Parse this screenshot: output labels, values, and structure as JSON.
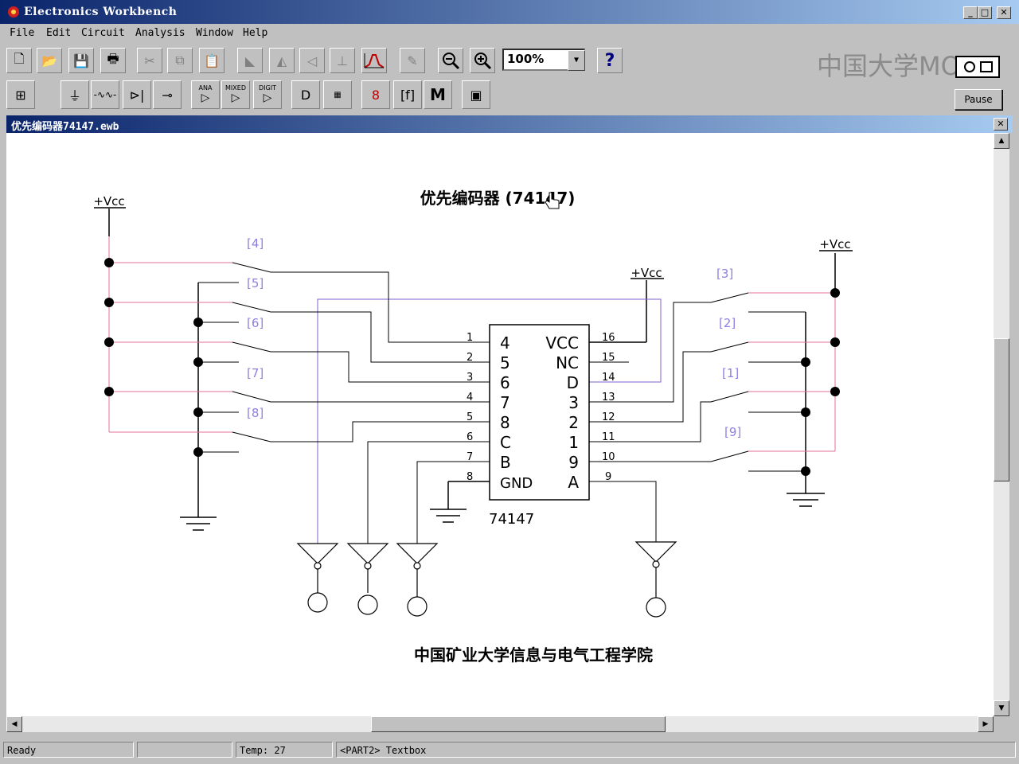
{
  "app": {
    "title": "Electronics Workbench"
  },
  "menu": [
    "File",
    "Edit",
    "Circuit",
    "Analysis",
    "Window",
    "Help"
  ],
  "toolbar": {
    "zoom_value": "100%",
    "help_label": "?",
    "pause_label": "Pause",
    "parts_bins": {
      "analog": "ANA",
      "mixed": "MIXED",
      "digital": "DIGIT",
      "misc": "M"
    }
  },
  "watermark": "中国大学MOOC",
  "document": {
    "title": "优先编码器74147.ewb"
  },
  "schematic": {
    "title": "优先编码器 (74147)",
    "footer": "中国矿业大学信息与电气工程学院",
    "vcc_label": "+Vcc",
    "chip": {
      "name": "74147",
      "left_pins": [
        {
          "num": "1",
          "label": "4"
        },
        {
          "num": "2",
          "label": "5"
        },
        {
          "num": "3",
          "label": "6"
        },
        {
          "num": "4",
          "label": "7"
        },
        {
          "num": "5",
          "label": "8"
        },
        {
          "num": "6",
          "label": "C"
        },
        {
          "num": "7",
          "label": "B"
        },
        {
          "num": "8",
          "label": "GND"
        }
      ],
      "right_pins": [
        {
          "num": "16",
          "label": "VCC"
        },
        {
          "num": "15",
          "label": "NC"
        },
        {
          "num": "14",
          "label": "D"
        },
        {
          "num": "13",
          "label": "3"
        },
        {
          "num": "12",
          "label": "2"
        },
        {
          "num": "11",
          "label": "1"
        },
        {
          "num": "10",
          "label": "9"
        },
        {
          "num": "9",
          "label": "A"
        }
      ]
    },
    "switch_keys_left": [
      "[4]",
      "[5]",
      "[6]",
      "[7]",
      "[8]"
    ],
    "switch_keys_right": [
      "[3]",
      "[2]",
      "[1]",
      "[9]"
    ]
  },
  "status": {
    "ready": "Ready",
    "temp": "Temp:  27",
    "part": "<PART2> Textbox"
  }
}
